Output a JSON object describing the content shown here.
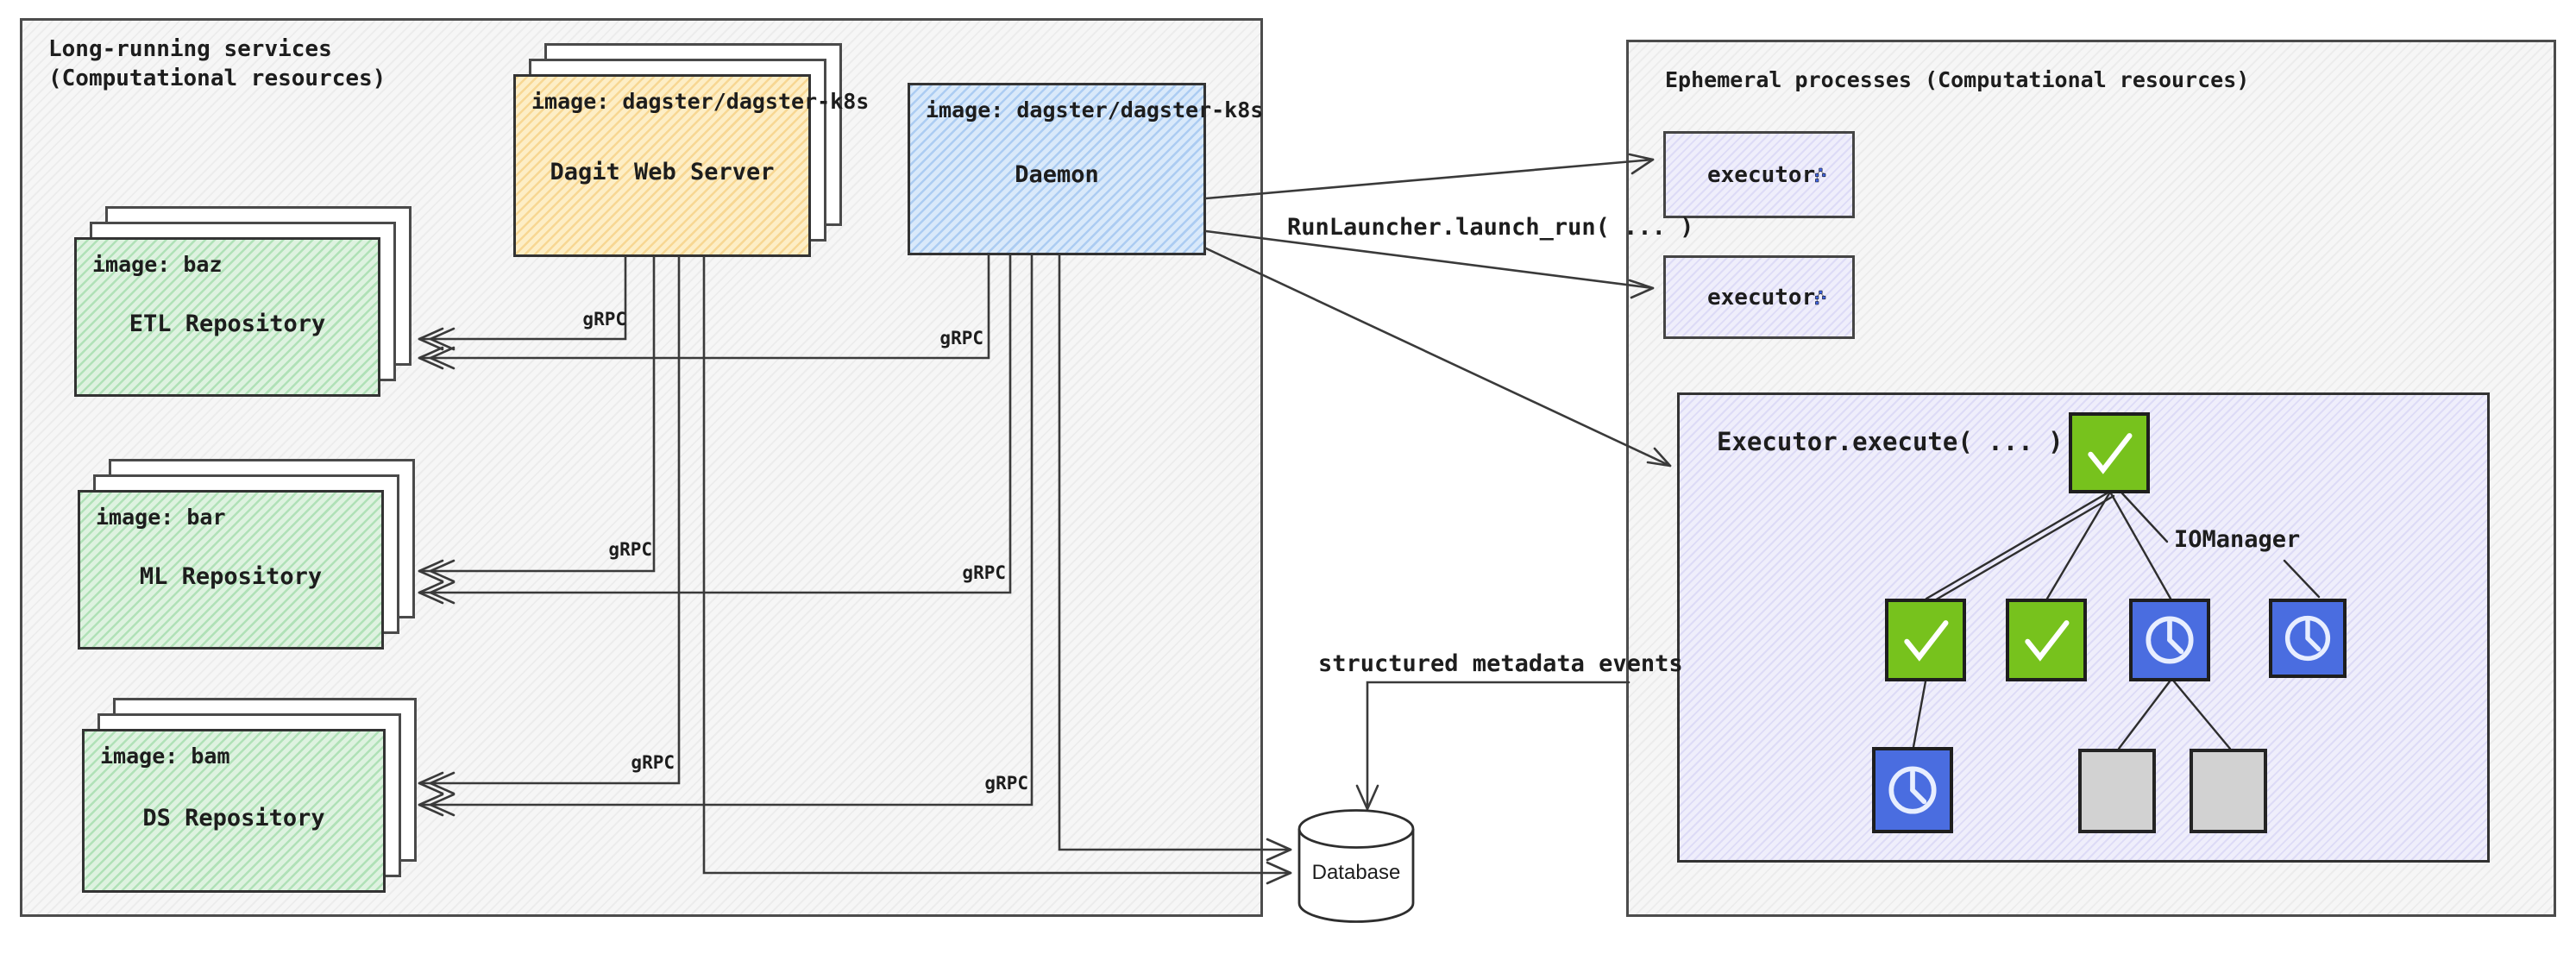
{
  "left_panel": {
    "title_line1": "Long-running services",
    "title_line2": "(Computational resources)",
    "grpc_label": "gRPC",
    "dagit_web_server": {
      "image_label": "image: dagster/dagster-k8s",
      "name": "Dagit Web Server"
    },
    "daemon": {
      "image_label": "image: dagster/dagster-k8s",
      "name": "Daemon"
    },
    "repositories": [
      {
        "image_label": "image: baz",
        "name": "ETL Repository"
      },
      {
        "image_label": "image: bar",
        "name": "ML Repository"
      },
      {
        "image_label": "image: bam",
        "name": "DS Repository"
      }
    ]
  },
  "right_panel": {
    "title": "Ephemeral processes (Computational resources)",
    "executors": [
      {
        "label": "executor"
      },
      {
        "label": "executor"
      }
    ],
    "execute_box": {
      "title": "Executor.execute( ... )",
      "iomanager_label": "IOManager",
      "step_nodes": [
        {
          "id": "root",
          "status": "success"
        },
        {
          "id": "child-1",
          "status": "success"
        },
        {
          "id": "child-2",
          "status": "success"
        },
        {
          "id": "child-3",
          "status": "in-progress"
        },
        {
          "id": "iomanager-node",
          "status": "in-progress"
        },
        {
          "id": "grandchild-1",
          "status": "in-progress"
        },
        {
          "id": "grandchild-2",
          "status": "not-started"
        },
        {
          "id": "grandchild-3",
          "status": "not-started"
        }
      ]
    }
  },
  "connections": {
    "run_launcher_label": "RunLauncher.launch_run( ... )",
    "metadata_events_label": "structured metadata events",
    "database_label": "Database"
  },
  "colors": {
    "dagit_fill": "#fdeec6",
    "daemon_fill": "#d9e9fa",
    "repository_fill": "#def2e0",
    "executor_fill": "#efeefb",
    "success_green": "#77c21d",
    "pending_blue": "#4a6de0",
    "not_started_gray": "#d2d2d2",
    "line_color": "#3a3a3a"
  }
}
